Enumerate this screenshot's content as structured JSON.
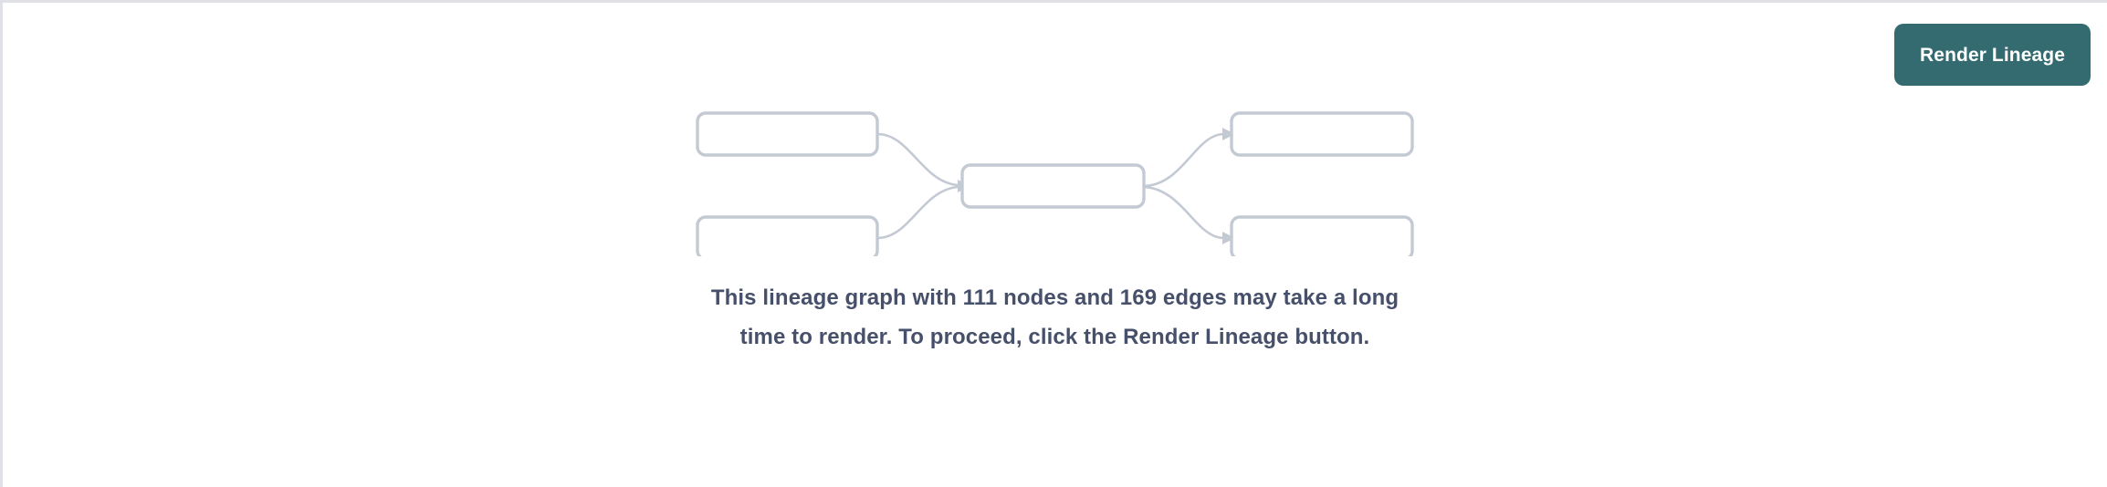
{
  "panel": {
    "background_color": "#ffffff",
    "border_color": "#dfe1e6"
  },
  "toolbar": {
    "render_lineage_label": "Render Lineage",
    "button_color": "#336b70",
    "button_text_color": "#ffffff"
  },
  "placeholder": {
    "message": "This lineage graph with 111 nodes and 169 edges may take a long time to render. To proceed, click the Render Lineage button.",
    "message_color": "#46506a",
    "node_count": 111,
    "edge_count": 169,
    "graph": {
      "node_stroke_color": "#c4cad4",
      "node_fill_color": "#ffffff",
      "edge_color": "#c4cad4",
      "nodes": [
        {
          "id": "upstream-1",
          "column": "left",
          "label": ""
        },
        {
          "id": "upstream-2",
          "column": "left",
          "label": ""
        },
        {
          "id": "focus",
          "column": "center",
          "label": ""
        },
        {
          "id": "downstream-1",
          "column": "right",
          "label": ""
        },
        {
          "id": "downstream-2",
          "column": "right",
          "label": ""
        }
      ],
      "edges": [
        {
          "from": "upstream-1",
          "to": "focus"
        },
        {
          "from": "upstream-2",
          "to": "focus"
        },
        {
          "from": "focus",
          "to": "downstream-1"
        },
        {
          "from": "focus",
          "to": "downstream-2"
        }
      ]
    }
  }
}
